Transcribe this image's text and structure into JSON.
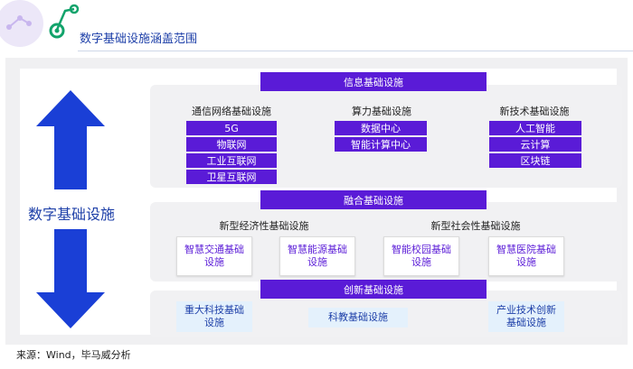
{
  "header": {
    "title": "数字基础设施涵盖范围"
  },
  "side_label": "数字基础设施",
  "section1": {
    "title": "信息基础设施",
    "groups": [
      {
        "title": "通信网络基础设施",
        "items": [
          "5G",
          "物联网",
          "工业互联网",
          "卫星互联网"
        ]
      },
      {
        "title": "算力基础设施",
        "items": [
          "数据中心",
          "智能计算中心"
        ]
      },
      {
        "title": "新技术基础设施",
        "items": [
          "人工智能",
          "云计算",
          "区块链"
        ]
      }
    ]
  },
  "section2": {
    "title": "融合基础设施",
    "groups": [
      {
        "title": "新型经济性基础设施",
        "items": [
          "智慧交通基础设施",
          "智慧能源基础设施"
        ]
      },
      {
        "title": "新型社会性基础设施",
        "items": [
          "智能校园基础设施",
          "智慧医院基础设施"
        ]
      }
    ]
  },
  "section3": {
    "title": "创新基础设施",
    "items": [
      "重大科技基础设施",
      "科教基础设施",
      "产业技术创新基础设施"
    ]
  },
  "source": "来源：Wind，毕马威分析",
  "colors": {
    "purple": "#5a1bd7",
    "blue": "#1a3fd6",
    "green": "#12a36b",
    "light_blue": "#e4f1fc"
  }
}
